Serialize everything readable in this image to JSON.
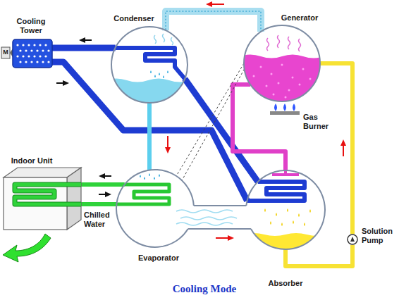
{
  "diagram": {
    "caption": "Cooling Mode",
    "nodes": [
      {
        "text": [
          "Condenser"
        ]
      },
      {
        "text": [
          "Generator"
        ]
      },
      {
        "text": [
          "Cooling Tower"
        ]
      },
      {
        "text": [
          "Indoor Unit"
        ]
      },
      {
        "text": [
          "Evaporator"
        ]
      },
      {
        "text": [
          "Absorber"
        ]
      },
      {
        "text": [
          "Solution Pump"
        ]
      }
    ],
    "edges": [
      {
        "from": 1,
        "to": 0,
        "arrow": "none"
      },
      {
        "from": 0,
        "to": 2,
        "arrow": "none"
      },
      {
        "from": 2,
        "to": 5,
        "arrow": "none"
      },
      {
        "from": 5,
        "to": 0,
        "arrow": "none"
      },
      {
        "from": 0,
        "to": 4,
        "arrow": "none"
      },
      {
        "from": 4,
        "to": 3,
        "arrow": "none"
      },
      {
        "from": 3,
        "to": 4,
        "arrow": "none"
      },
      {
        "from": 1,
        "to": 5,
        "arrow": "none"
      },
      {
        "from": 5,
        "to": 6,
        "arrow": "none"
      },
      {
        "from": 6,
        "to": 1,
        "arrow": "none"
      },
      {
        "from": 1,
        "to": 4,
        "arrow": "none"
      },
      {
        "from": 1,
        "to": 4,
        "arrow": "none"
      }
    ],
    "labels": [
      "M",
      "Gas Burner",
      "Chilled Water"
    ]
  }
}
